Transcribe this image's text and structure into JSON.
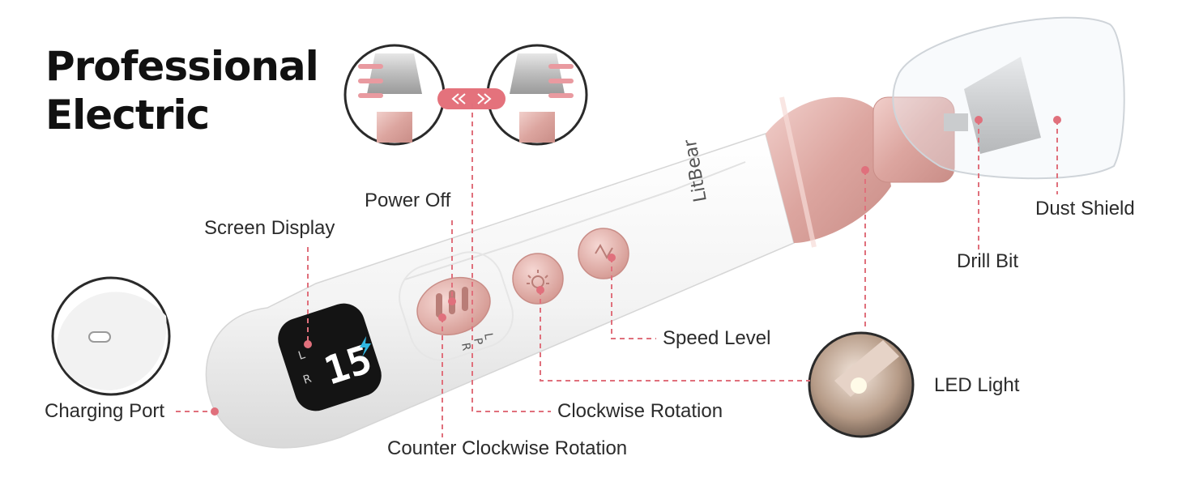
{
  "headline": {
    "line1": "Professional",
    "line2": "Electric"
  },
  "brand": "LitBear",
  "screen": {
    "value": "15",
    "left_letter": "L",
    "right_letter": "R",
    "bolt_icon": "lightning-bolt-icon"
  },
  "switch_letters": {
    "l": "L",
    "p": "P",
    "r": "R"
  },
  "labels": {
    "screen_display": "Screen Display",
    "power_off": "Power Off",
    "speed_level": "Speed Level",
    "clockwise_rotation": "Clockwise Rotation",
    "counter_clockwise_rotation": "Counter Clockwise Rotation",
    "charging_port": "Charging Port",
    "led_light": "LED Light",
    "drill_bit": "Drill Bit",
    "dust_shield": "Dust Shield"
  },
  "colors": {
    "accent": "#e0707c",
    "rose_gold": "#e3b2ad",
    "body": "#f4f4f4",
    "text": "#2b2b2b"
  }
}
